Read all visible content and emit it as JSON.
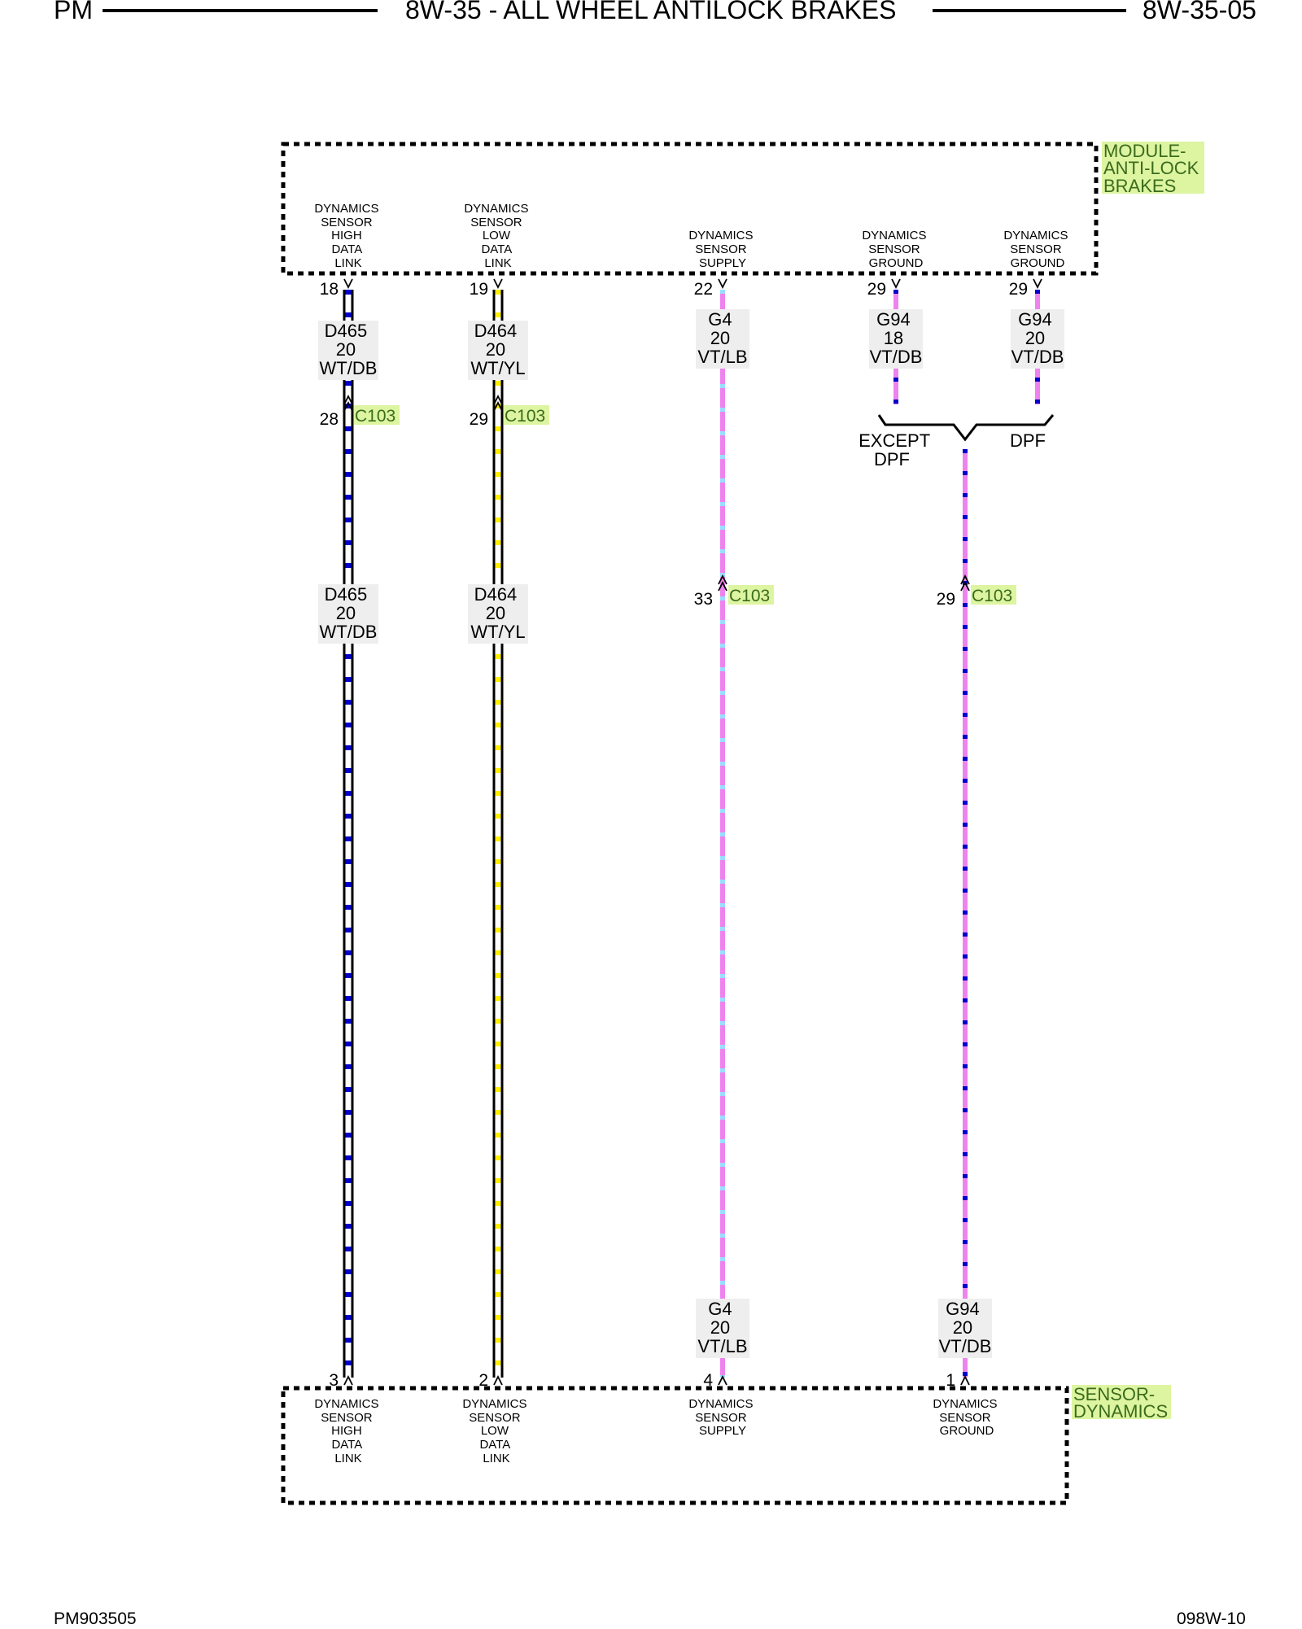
{
  "header": {
    "left": "PM",
    "center": "8W-35 - ALL WHEEL ANTILOCK BRAKES",
    "right": "8W-35-05"
  },
  "footer": {
    "left": "PM903505",
    "right": "098W-10"
  },
  "modules": {
    "abs": {
      "label_lines": [
        "MODULE-",
        "ANTI-LOCK",
        "BRAKES"
      ]
    },
    "sensor": {
      "label_lines": [
        "SENSOR-",
        "DYNAMICS"
      ]
    }
  },
  "abs_pins": [
    {
      "desc": [
        "DYNAMICS",
        "SENSOR",
        "HIGH",
        "DATA",
        "LINK"
      ],
      "pin": "18"
    },
    {
      "desc": [
        "DYNAMICS",
        "SENSOR",
        "LOW",
        "DATA",
        "LINK"
      ],
      "pin": "19"
    },
    {
      "desc": [
        "DYNAMICS",
        "SENSOR",
        "SUPPLY"
      ],
      "pin": "22"
    },
    {
      "desc": [
        "DYNAMICS",
        "SENSOR",
        "GROUND"
      ],
      "pin": "29"
    },
    {
      "desc": [
        "DYNAMICS",
        "SENSOR",
        "GROUND"
      ],
      "pin": "29"
    }
  ],
  "sensor_pins": [
    {
      "desc": [
        "DYNAMICS",
        "SENSOR",
        "HIGH",
        "DATA",
        "LINK"
      ],
      "pin": "3"
    },
    {
      "desc": [
        "DYNAMICS",
        "SENSOR",
        "LOW",
        "DATA",
        "LINK"
      ],
      "pin": "2"
    },
    {
      "desc": [
        "DYNAMICS",
        "SENSOR",
        "SUPPLY"
      ],
      "pin": "4"
    },
    {
      "desc": [
        "DYNAMICS",
        "SENSOR",
        "GROUND"
      ],
      "pin": "1"
    }
  ],
  "wire_labels": [
    {
      "lines": [
        "D465",
        "20",
        "WT/DB"
      ]
    },
    {
      "lines": [
        "D464",
        "20",
        "WT/YL"
      ]
    },
    {
      "lines": [
        "G4",
        "20",
        "VT/LB"
      ]
    },
    {
      "lines": [
        "G94",
        "18",
        "VT/DB"
      ]
    },
    {
      "lines": [
        "G94",
        "20",
        "VT/DB"
      ]
    },
    {
      "lines": [
        "D465",
        "20",
        "WT/DB"
      ]
    },
    {
      "lines": [
        "D464",
        "20",
        "WT/YL"
      ]
    },
    {
      "lines": [
        "G4",
        "20",
        "VT/LB"
      ]
    },
    {
      "lines": [
        "G94",
        "20",
        "VT/DB"
      ]
    }
  ],
  "connectors": [
    {
      "pin": "28",
      "name": "C103"
    },
    {
      "pin": "29",
      "name": "C103"
    },
    {
      "pin": "33",
      "name": "C103"
    },
    {
      "pin": "29",
      "name": "C103"
    }
  ],
  "options": {
    "left": [
      "EXCEPT",
      "DPF"
    ],
    "right": "DPF"
  },
  "wire_colors": {
    "white": "#ffffff",
    "dark_blue": "#0000cc",
    "yellow": "#ffee00",
    "violet": "#ee82ee",
    "light_blue": "#99ddff"
  },
  "label_highlight": "#ddf5a0"
}
